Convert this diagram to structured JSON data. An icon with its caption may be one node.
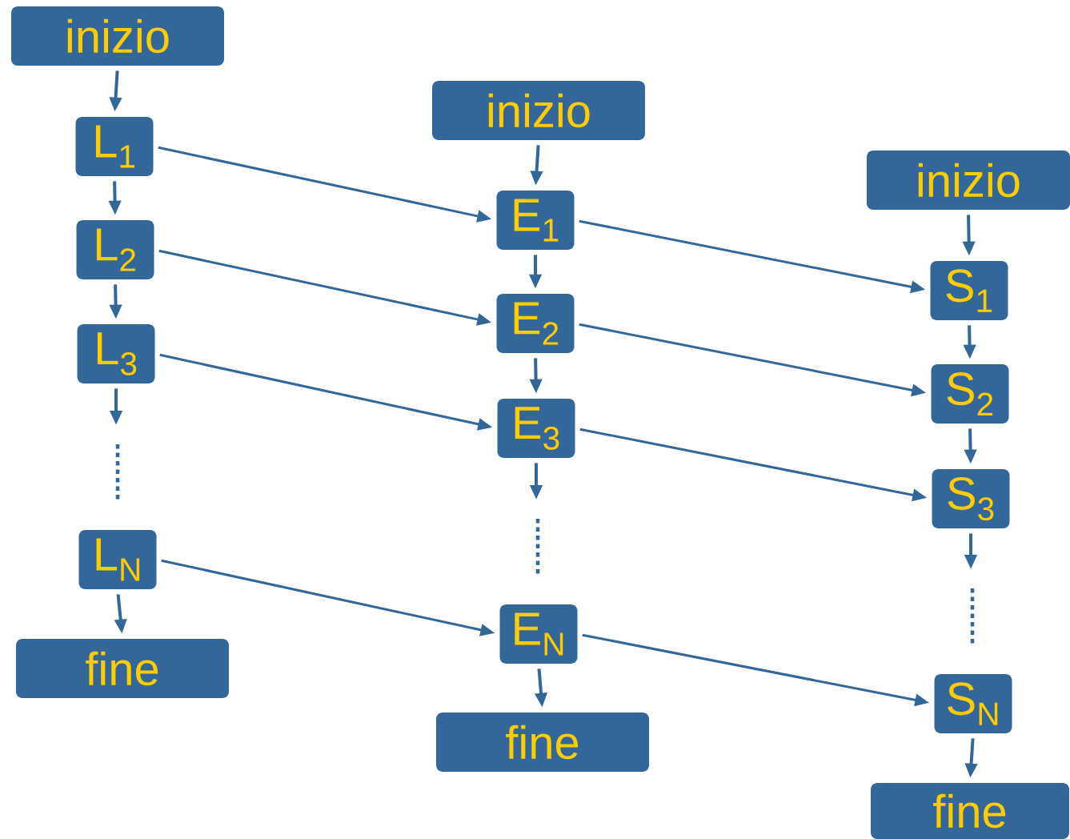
{
  "diagram": {
    "nodes": [
      {
        "text": [
          "inizio"
        ]
      },
      {
        "text": [
          "L$_{1}$"
        ]
      },
      {
        "text": [
          "L$_{2}$"
        ]
      },
      {
        "text": [
          "L$_{3}$"
        ]
      },
      {
        "text": [
          "L$_{N}$"
        ]
      },
      {
        "text": [
          "fine"
        ]
      },
      {
        "text": [
          "inizio"
        ]
      },
      {
        "text": [
          "E$_{1}$"
        ]
      },
      {
        "text": [
          "E$_{2}$"
        ]
      },
      {
        "text": [
          "E$_{3}$"
        ]
      },
      {
        "text": [
          "E$_{N}$"
        ]
      },
      {
        "text": [
          "fine"
        ]
      },
      {
        "text": [
          "inizio"
        ]
      },
      {
        "text": [
          "S$_{1}$"
        ]
      },
      {
        "text": [
          "S$_{2}$"
        ]
      },
      {
        "text": [
          "S$_{3}$"
        ]
      },
      {
        "text": [
          "S$_{N}$"
        ]
      },
      {
        "text": [
          "fine"
        ]
      }
    ],
    "edges": [
      {
        "from": 0,
        "to": 1,
        "arrow": "to"
      },
      {
        "from": 1,
        "to": 2,
        "arrow": "to"
      },
      {
        "from": 2,
        "to": 3,
        "arrow": "to"
      },
      {
        "from": 3,
        "to": null,
        "arrow": "to"
      },
      {
        "from": 4,
        "to": 5,
        "arrow": "to"
      },
      {
        "from": 6,
        "to": 7,
        "arrow": "to"
      },
      {
        "from": 7,
        "to": 8,
        "arrow": "to"
      },
      {
        "from": 8,
        "to": 9,
        "arrow": "to"
      },
      {
        "from": 9,
        "to": null,
        "arrow": "to"
      },
      {
        "from": 10,
        "to": 11,
        "arrow": "to"
      },
      {
        "from": 12,
        "to": 13,
        "arrow": "to"
      },
      {
        "from": 13,
        "to": 14,
        "arrow": "to"
      },
      {
        "from": 14,
        "to": 15,
        "arrow": "to"
      },
      {
        "from": 15,
        "to": null,
        "arrow": "to"
      },
      {
        "from": 16,
        "to": 17,
        "arrow": "to"
      },
      {
        "from": 1,
        "to": 7,
        "arrow": "to"
      },
      {
        "from": 2,
        "to": 8,
        "arrow": "to"
      },
      {
        "from": 3,
        "to": 9,
        "arrow": "to"
      },
      {
        "from": 4,
        "to": 10,
        "arrow": "to"
      },
      {
        "from": 7,
        "to": 13,
        "arrow": "to"
      },
      {
        "from": 8,
        "to": 14,
        "arrow": "to"
      },
      {
        "from": 9,
        "to": 15,
        "arrow": "to"
      },
      {
        "from": 10,
        "to": 16,
        "arrow": "to"
      }
    ]
  }
}
